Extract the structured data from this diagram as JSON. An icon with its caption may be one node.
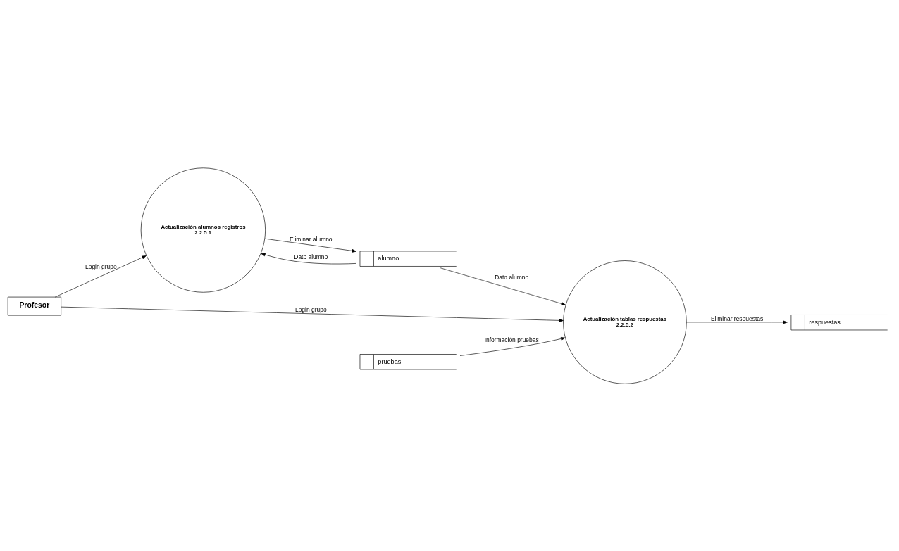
{
  "diagram": {
    "nodes": [
      {
        "text": [
          "Profesor"
        ]
      },
      {
        "text": [
          "Actualización alumnos registros",
          "2.2.5.1"
        ]
      },
      {
        "text": [
          "alumno"
        ]
      },
      {
        "text": [
          "Actualización tablas respuestas",
          "2.2.5.2"
        ]
      },
      {
        "text": [
          "respuestas"
        ]
      },
      {
        "text": [
          "pruebas"
        ]
      }
    ],
    "edges": [
      {
        "from": 0,
        "to": 1,
        "arrow": "to",
        "label": "Login grupo"
      },
      {
        "from": 2,
        "to": 1,
        "arrow": "to",
        "label": "Dato alumno"
      },
      {
        "from": 1,
        "to": 2,
        "arrow": "to",
        "label": "Eliminar alumno"
      },
      {
        "from": 2,
        "to": 3,
        "arrow": "to",
        "label": "Dato alumno"
      },
      {
        "from": 0,
        "to": 3,
        "arrow": "to",
        "label": "Login grupo"
      },
      {
        "from": 3,
        "to": 4,
        "arrow": "to",
        "label": "Eliminar respuestas"
      },
      {
        "from": 5,
        "to": 3,
        "arrow": "to",
        "label": "Información pruebas"
      }
    ]
  }
}
